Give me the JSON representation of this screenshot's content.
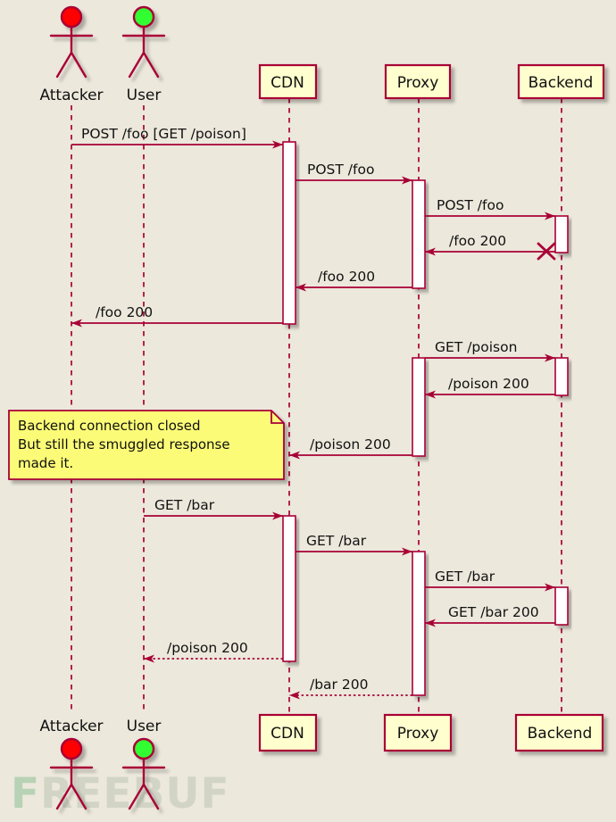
{
  "diagram": {
    "type": "sequence-diagram",
    "topic": "HTTP request smuggling / cache poisoning flow",
    "actors": [
      {
        "name": "Attacker",
        "head_color": "#FF0000"
      },
      {
        "name": "User",
        "head_color": "#33FF33"
      }
    ],
    "participants": [
      {
        "name": "CDN"
      },
      {
        "name": "Proxy"
      },
      {
        "name": "Backend"
      }
    ],
    "messages": [
      {
        "from": "Attacker",
        "to": "CDN",
        "label": "POST /foo [GET /poison]",
        "style": "solid"
      },
      {
        "from": "CDN",
        "to": "Proxy",
        "label": "POST /foo",
        "style": "solid"
      },
      {
        "from": "Proxy",
        "to": "Backend",
        "label": "POST /foo",
        "style": "solid"
      },
      {
        "from": "Backend",
        "to": "Proxy",
        "label": "/foo 200",
        "style": "solid",
        "connection_destroyed": true
      },
      {
        "from": "Proxy",
        "to": "CDN",
        "label": "/foo 200",
        "style": "solid"
      },
      {
        "from": "CDN",
        "to": "Attacker",
        "label": "/foo 200",
        "style": "solid"
      },
      {
        "from": "Proxy",
        "to": "Backend",
        "label": "GET /poison",
        "style": "solid"
      },
      {
        "from": "Backend",
        "to": "Proxy",
        "label": "/poison 200",
        "style": "solid"
      },
      {
        "from": "Proxy",
        "to": "CDN",
        "label": "/poison 200",
        "style": "solid"
      },
      {
        "from": "User",
        "to": "CDN",
        "label": "GET /bar",
        "style": "solid"
      },
      {
        "from": "CDN",
        "to": "Proxy",
        "label": "GET /bar",
        "style": "solid"
      },
      {
        "from": "Proxy",
        "to": "Backend",
        "label": "GET /bar",
        "style": "solid"
      },
      {
        "from": "Backend",
        "to": "Proxy",
        "label": "GET /bar 200",
        "style": "solid"
      },
      {
        "from": "CDN",
        "to": "User",
        "label": "/poison 200",
        "style": "dotted"
      },
      {
        "from": "Proxy",
        "to": "CDN",
        "label": "/bar 200",
        "style": "dotted"
      }
    ],
    "note": {
      "lines": [
        "Backend connection closed",
        "But still the smuggled response",
        "made it."
      ]
    },
    "colors": {
      "background": "#ECE8DC",
      "line": "#A80036",
      "participant_fill": "#FEFECE",
      "note_fill": "#FBFB77",
      "activation_fill": "#FFFFFF",
      "attacker_head": "#FF0000",
      "user_head": "#33FF33",
      "text": "#111111"
    },
    "watermark": "FREEBUF"
  }
}
